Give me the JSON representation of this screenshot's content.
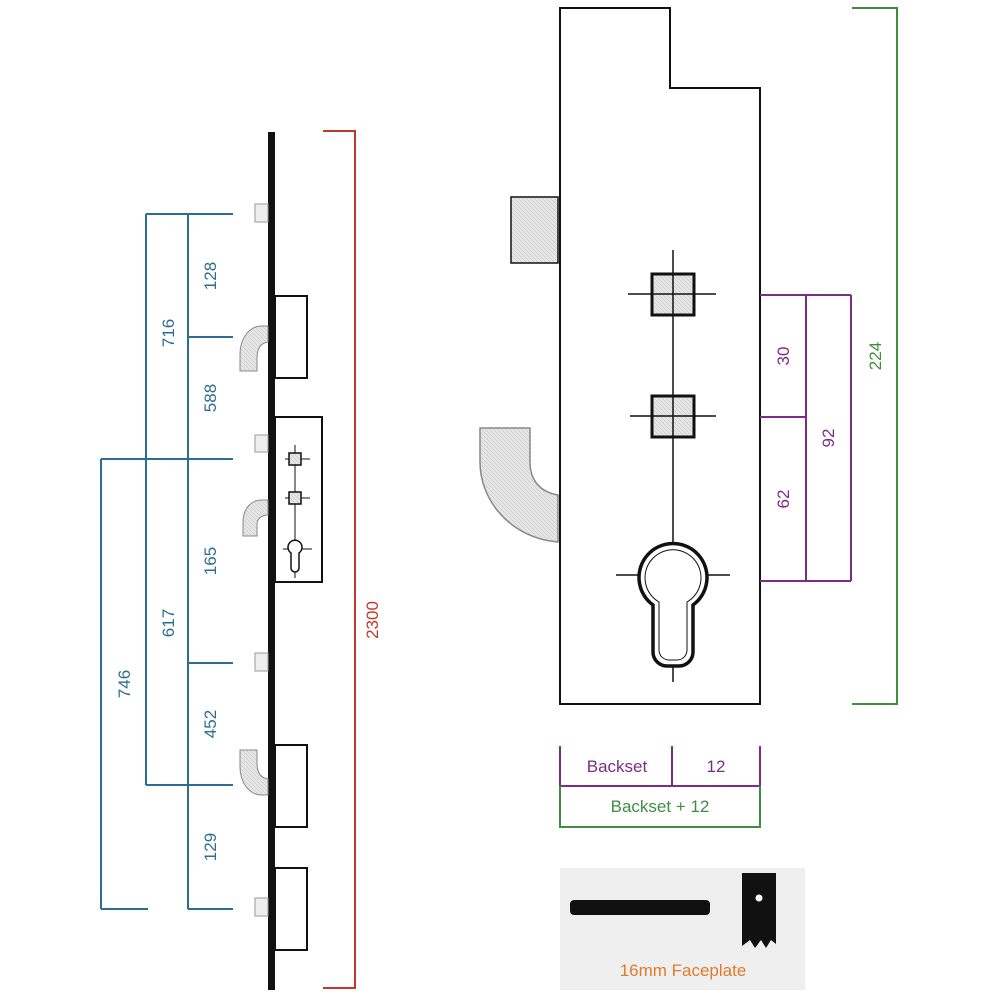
{
  "colors": {
    "blue": "#2C6E8F",
    "red": "#C0392B",
    "green": "#3E8E3E",
    "purple": "#7B2D84",
    "orange": "#E07B2A",
    "black": "#111111",
    "panel": "#EFEFEF"
  },
  "strip_dimensions": {
    "total_height": "2300",
    "seg_128": "128",
    "seg_588": "588",
    "seg_165": "165",
    "seg_452": "452",
    "seg_129": "129",
    "span_716": "716",
    "span_617": "617",
    "span_746": "746"
  },
  "case_dimensions": {
    "case_height": "224",
    "spindle_to_spindle": "30",
    "spindle_to_cylinder": "62",
    "top_spindle_to_cylinder": "92"
  },
  "backset_legend": {
    "backset": "Backset",
    "twelve": "12",
    "backset_plus_12": "Backset + 12"
  },
  "faceplate_panel": {
    "caption": "16mm Faceplate"
  }
}
